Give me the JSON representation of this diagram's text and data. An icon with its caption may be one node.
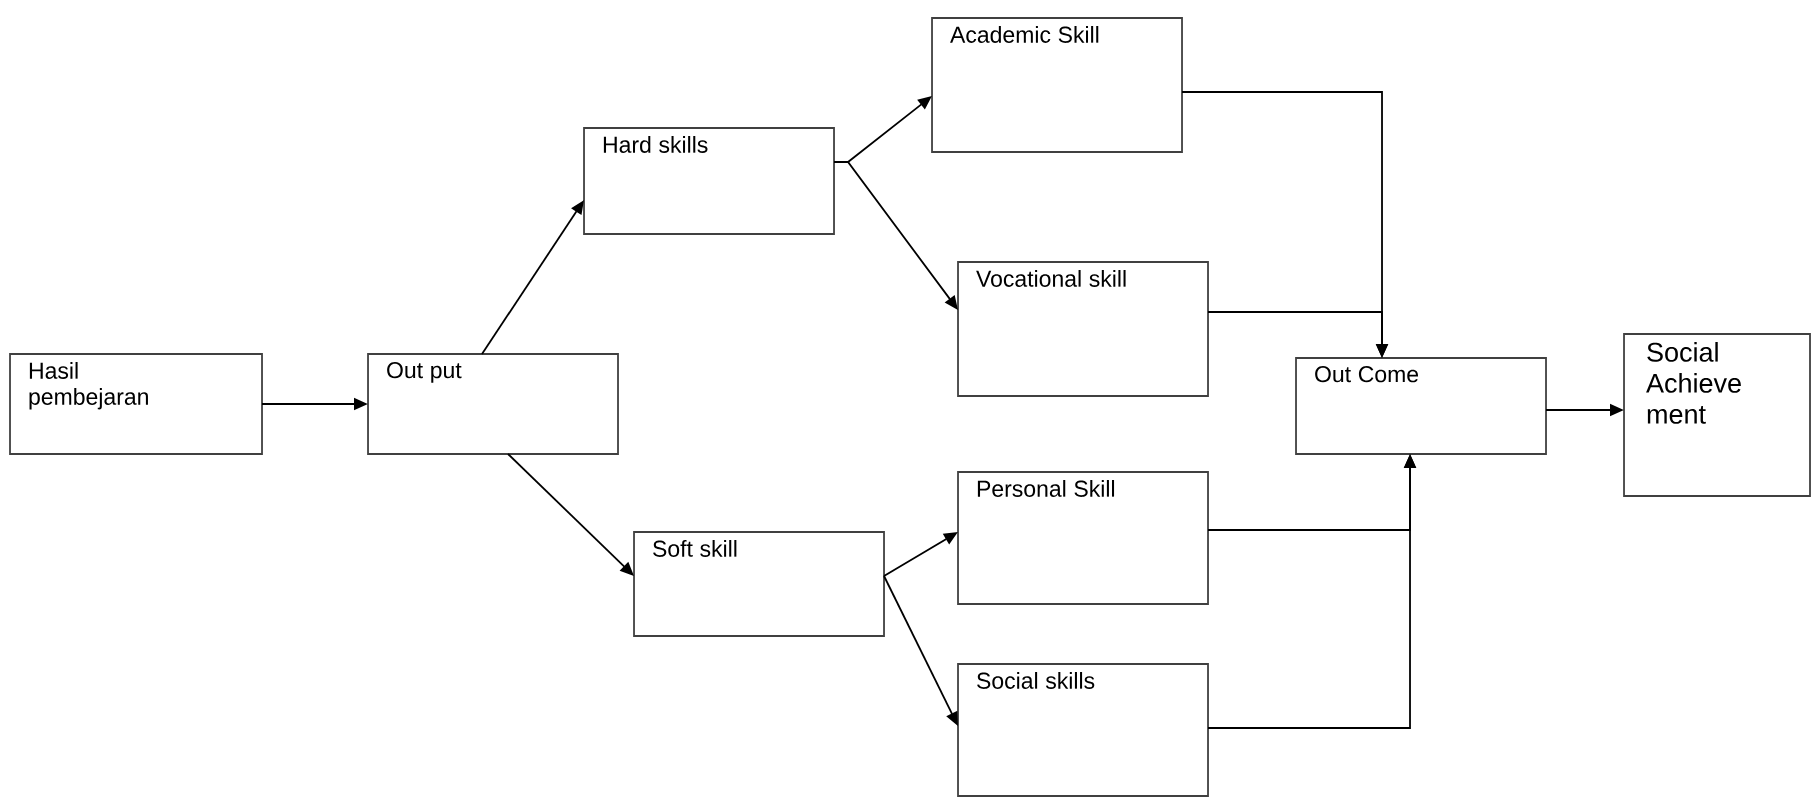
{
  "diagram": {
    "nodes": [
      {
        "text": [
          "Hasil pembejaran"
        ]
      },
      {
        "text": [
          "Out put"
        ]
      },
      {
        "text": [
          "Hard skills"
        ]
      },
      {
        "text": [
          "Soft skill"
        ]
      },
      {
        "text": [
          "Academic Skill"
        ]
      },
      {
        "text": [
          "Vocational skill"
        ]
      },
      {
        "text": [
          "Personal Skill"
        ]
      },
      {
        "text": [
          "Social skills"
        ]
      },
      {
        "text": [
          "Out Come"
        ]
      },
      {
        "text": [
          "Social Achieve ment"
        ]
      }
    ],
    "edges": [
      {
        "from": 0,
        "to": 1,
        "arrow": "to"
      },
      {
        "from": 1,
        "to": 2,
        "arrow": "to"
      },
      {
        "from": 1,
        "to": 3,
        "arrow": "to"
      },
      {
        "from": 2,
        "to": 4,
        "arrow": "to"
      },
      {
        "from": 2,
        "to": 5,
        "arrow": "to"
      },
      {
        "from": 3,
        "to": 6,
        "arrow": "to"
      },
      {
        "from": 3,
        "to": 7,
        "arrow": "to"
      },
      {
        "from": 4,
        "to": 8,
        "arrow": "to"
      },
      {
        "from": 5,
        "to": 8,
        "arrow": "to"
      },
      {
        "from": 6,
        "to": 8,
        "arrow": "to"
      },
      {
        "from": 7,
        "to": 8,
        "arrow": "to"
      },
      {
        "from": 8,
        "to": 9,
        "arrow": "to"
      }
    ]
  }
}
